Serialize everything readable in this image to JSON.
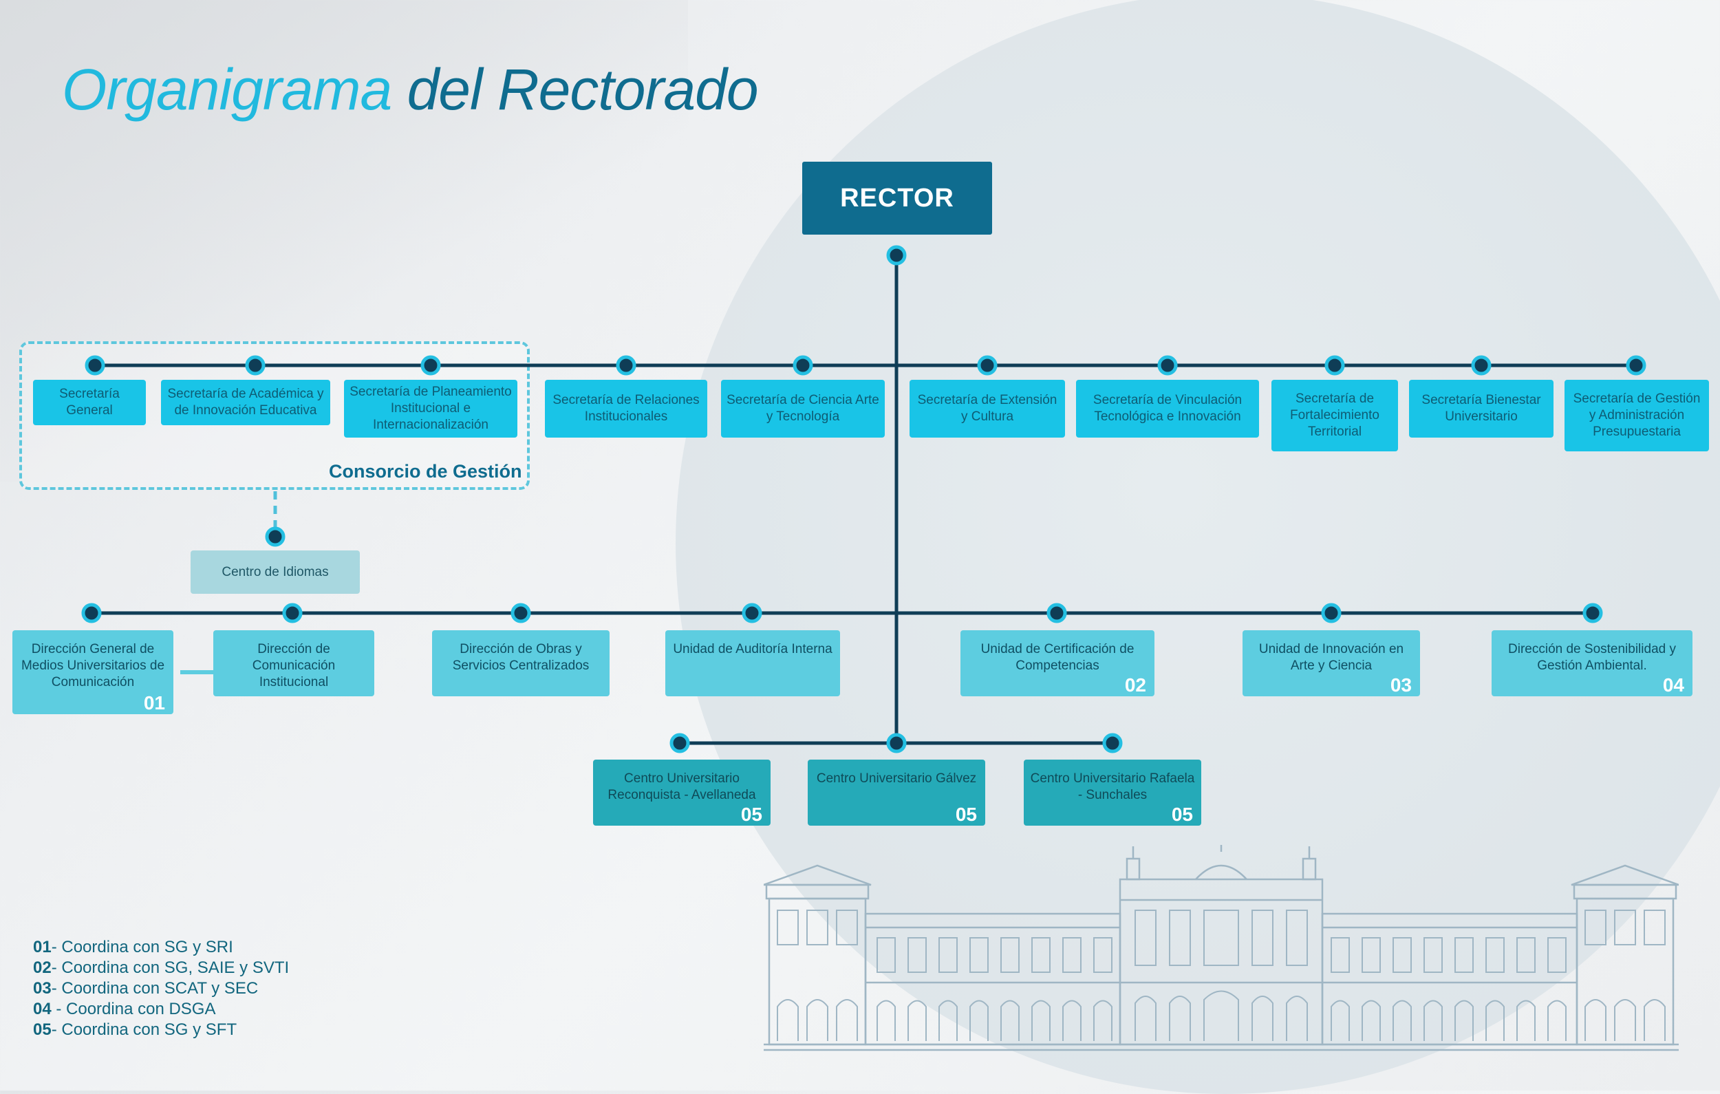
{
  "title": {
    "part1": "Organigrama",
    "part2": "del Rectorado"
  },
  "rector": {
    "label": "RECTOR"
  },
  "consorcio": {
    "label": "Consorcio de Gestión"
  },
  "secretarias": [
    {
      "label": "Secretaría General"
    },
    {
      "label": "Secretaría de Académica y de Innovación Educativa"
    },
    {
      "label": "Secretaría de Planeamiento Institucional e Internacionalización"
    },
    {
      "label": "Secretaría de Relaciones Institucionales"
    },
    {
      "label": "Secretaría de Ciencia Arte y Tecnología"
    },
    {
      "label": "Secretaría de Extensión y Cultura"
    },
    {
      "label": "Secretaría de Vinculación Tecnológica e Innovación"
    },
    {
      "label": "Secretaría de Fortalecimiento Territorial"
    },
    {
      "label": "Secretaría Bienestar Universitario"
    },
    {
      "label": "Secretaría de Gestión y Administración Presupuestaria"
    }
  ],
  "centro_idiomas": {
    "label": "Centro de Idiomas"
  },
  "direcciones": [
    {
      "label": "Dirección General de Medios Universitarios de Comunicación",
      "num": "01"
    },
    {
      "label": "Dirección de Comunicación Institucional",
      "num": ""
    },
    {
      "label": "Dirección de Obras y Servicios Centralizados",
      "num": ""
    },
    {
      "label": "Unidad de Auditoría Interna",
      "num": ""
    },
    {
      "label": "Unidad de Certificación de Competencias",
      "num": "02"
    },
    {
      "label": "Unidad de Innovación en Arte y Ciencia",
      "num": "03"
    },
    {
      "label": "Dirección de Sostenibilidad y Gestión Ambiental.",
      "num": "04"
    }
  ],
  "centros": [
    {
      "label": "Centro Universitario Reconquista - Avellaneda",
      "num": "05"
    },
    {
      "label": "Centro Universitario Gálvez",
      "num": "05"
    },
    {
      "label": "Centro Universitario Rafaela - Sunchales",
      "num": "05"
    }
  ],
  "legend": [
    {
      "num": "01",
      "text": "- Coordina con SG y SRI"
    },
    {
      "num": "02",
      "text": "- Coordina con SG, SAIE y SVTI"
    },
    {
      "num": "03",
      "text": "- Coordina con SCAT y SEC"
    },
    {
      "num": "04",
      "text": " - Coordina con DSGA"
    },
    {
      "num": "05",
      "text": "- Coordina con SG y SFT"
    }
  ],
  "colors": {
    "title_light": "#21b9de",
    "title_dark": "#0f6c8f",
    "rector_bg": "#0f6c8f",
    "line": "#0f3d56",
    "secretaria_bg": "#19c4e7",
    "direccion_bg": "#5dcde0",
    "centro_idiomas_bg": "#a8d7df",
    "centro_universitario_bg": "#25aab8",
    "dashed_frame": "#5ec7dd"
  }
}
